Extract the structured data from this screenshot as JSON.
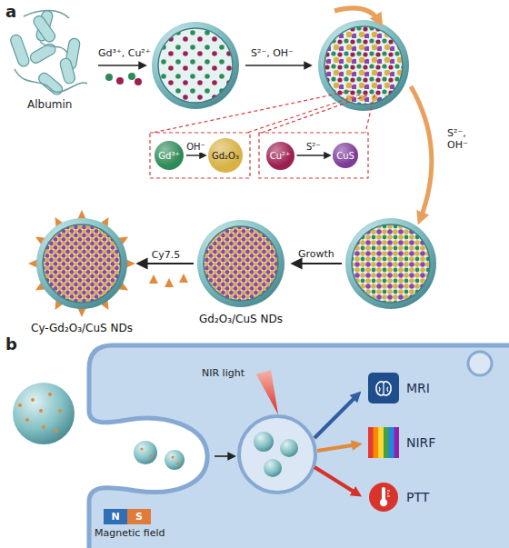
{
  "diagram": {
    "nodes": [
      {
        "text": [
          "Gd³⁺"
        ]
      },
      {
        "text": [
          "Gd₂O₃"
        ]
      },
      {
        "text": [
          "Cu²⁺"
        ]
      },
      {
        "text": [
          "CuS"
        ]
      },
      {
        "text": [
          "Gd₂O₃/CuS NDs"
        ]
      },
      {
        "text": [
          "Cy-Gd₂O₃/CuS NDs"
        ]
      },
      {
        "text": [
          "MRI"
        ]
      },
      {
        "text": [
          "NIRF"
        ]
      },
      {
        "text": [
          "PTT"
        ]
      },
      {
        "text": [
          "N"
        ]
      },
      {
        "text": [
          "S"
        ]
      }
    ],
    "edges": [
      {
        "from": 0,
        "to": 1,
        "label": "OH⁻",
        "arrow": "to"
      },
      {
        "from": 2,
        "to": 3,
        "label": "S²⁻",
        "arrow": "to"
      },
      {
        "from": 4,
        "to": 5,
        "label": "Cy7.5",
        "arrow": "to"
      }
    ],
    "labels": [
      "a",
      "Albumin",
      "Gd³⁺, Cu²⁺",
      "S²⁻, OH⁻",
      "S²⁻, OH⁻",
      "Growth",
      "b",
      "NIR light",
      "Magnetic field"
    ]
  }
}
